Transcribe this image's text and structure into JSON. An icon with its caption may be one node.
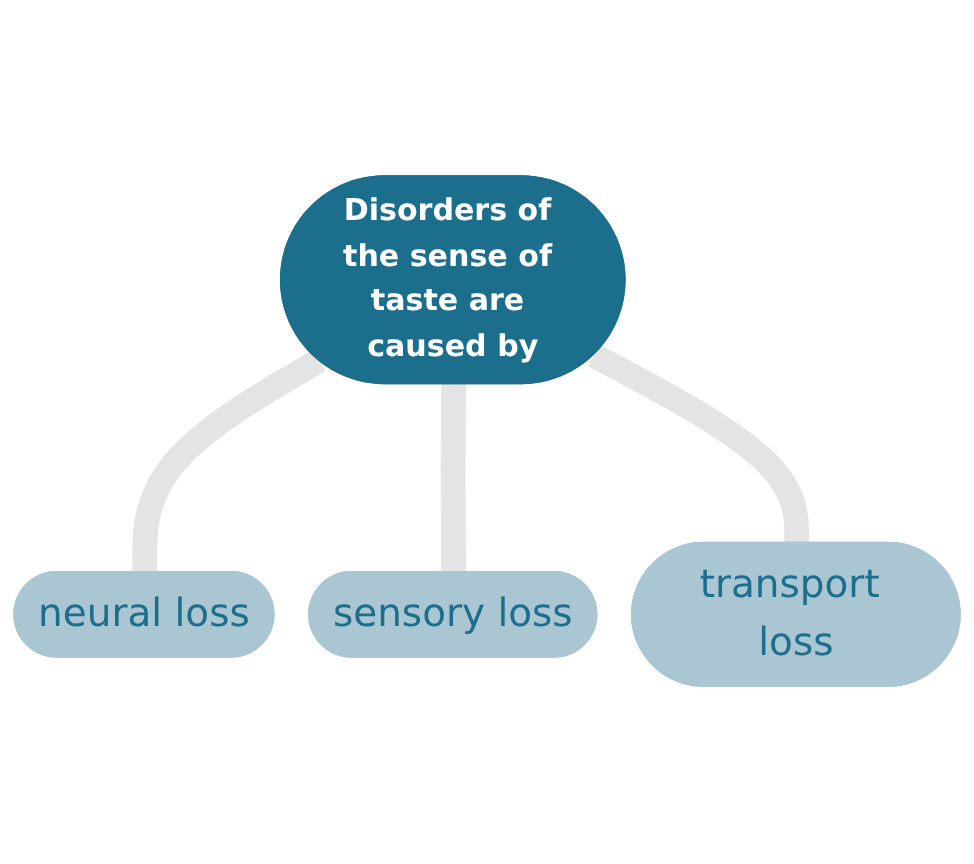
{
  "diagram": {
    "nodes": [
      {
        "text": [
          "Disorders of the sense of taste are caused by"
        ]
      },
      {
        "text": [
          "neural loss"
        ]
      },
      {
        "text": [
          "sensory loss"
        ]
      },
      {
        "text": [
          "transport loss"
        ]
      }
    ],
    "edges": [
      {
        "from": 0,
        "to": 1,
        "arrow": "none"
      },
      {
        "from": 0,
        "to": 2,
        "arrow": "none"
      },
      {
        "from": 0,
        "to": 3,
        "arrow": "none"
      }
    ]
  }
}
